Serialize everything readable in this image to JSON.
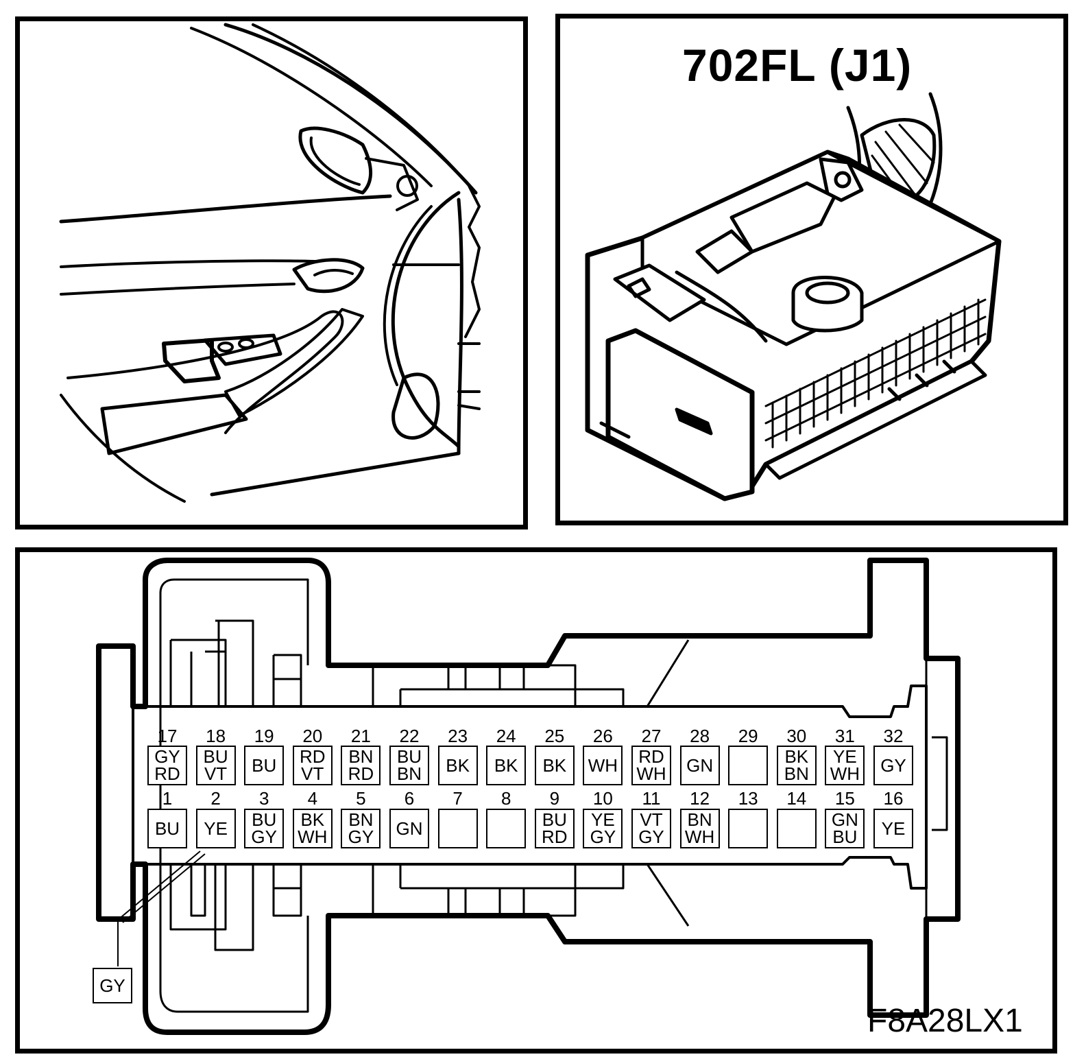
{
  "connector": {
    "title": "702FL (J1)",
    "figure_code": "F8A28LX1",
    "ground_wire": "GY"
  },
  "pins_top": [
    {
      "num": "17",
      "colors": [
        "GY",
        "RD"
      ]
    },
    {
      "num": "18",
      "colors": [
        "BU",
        "VT"
      ]
    },
    {
      "num": "19",
      "colors": [
        "BU"
      ]
    },
    {
      "num": "20",
      "colors": [
        "RD",
        "VT"
      ]
    },
    {
      "num": "21",
      "colors": [
        "BN",
        "RD"
      ]
    },
    {
      "num": "22",
      "colors": [
        "BU",
        "BN"
      ]
    },
    {
      "num": "23",
      "colors": [
        "BK"
      ]
    },
    {
      "num": "24",
      "colors": [
        "BK"
      ]
    },
    {
      "num": "25",
      "colors": [
        "BK"
      ]
    },
    {
      "num": "26",
      "colors": [
        "WH"
      ]
    },
    {
      "num": "27",
      "colors": [
        "RD",
        "WH"
      ]
    },
    {
      "num": "28",
      "colors": [
        "GN"
      ]
    },
    {
      "num": "29",
      "colors": []
    },
    {
      "num": "30",
      "colors": [
        "BK",
        "BN"
      ]
    },
    {
      "num": "31",
      "colors": [
        "YE",
        "WH"
      ]
    },
    {
      "num": "32",
      "colors": [
        "GY"
      ]
    }
  ],
  "pins_bottom": [
    {
      "num": "1",
      "colors": [
        "BU"
      ]
    },
    {
      "num": "2",
      "colors": [
        "YE"
      ]
    },
    {
      "num": "3",
      "colors": [
        "BU",
        "GY"
      ]
    },
    {
      "num": "4",
      "colors": [
        "BK",
        "WH"
      ]
    },
    {
      "num": "5",
      "colors": [
        "BN",
        "GY"
      ]
    },
    {
      "num": "6",
      "colors": [
        "GN"
      ]
    },
    {
      "num": "7",
      "colors": []
    },
    {
      "num": "8",
      "colors": []
    },
    {
      "num": "9",
      "colors": [
        "BU",
        "RD"
      ]
    },
    {
      "num": "10",
      "colors": [
        "YE",
        "GY"
      ]
    },
    {
      "num": "11",
      "colors": [
        "VT",
        "GY"
      ]
    },
    {
      "num": "12",
      "colors": [
        "BN",
        "WH"
      ]
    },
    {
      "num": "13",
      "colors": []
    },
    {
      "num": "14",
      "colors": []
    },
    {
      "num": "15",
      "colors": [
        "GN",
        "BU"
      ]
    },
    {
      "num": "16",
      "colors": [
        "YE"
      ]
    }
  ]
}
